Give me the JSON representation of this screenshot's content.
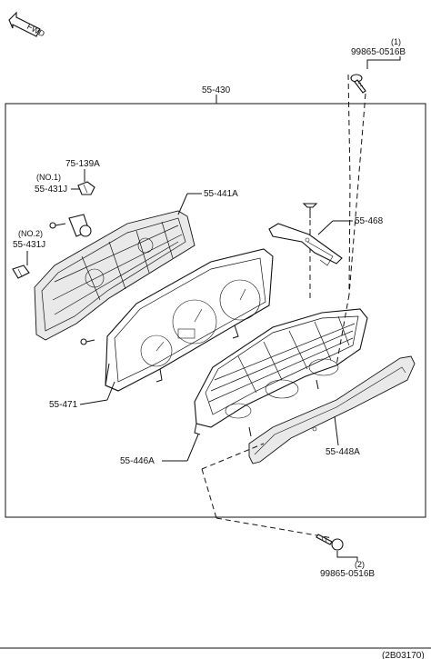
{
  "fwd_label": "FWD",
  "main_assembly": "55-430",
  "bolt_top": {
    "index": "(1)",
    "part": "99865-0516B"
  },
  "bolt_bottom": {
    "index": "(2)",
    "part": "99865-0516B"
  },
  "bulb_no1": {
    "note": "(NO.1)",
    "part": "55-431J"
  },
  "bulb_no2": {
    "note": "(NO.2)",
    "part": "55-431J"
  },
  "socket": "75-139A",
  "printed_board": "55-441A",
  "bracket": "55-468",
  "meter_case": "55-471",
  "panel_frame": "55-446A",
  "lens_cover": "55-448A",
  "footer_code": "(2B03170)"
}
